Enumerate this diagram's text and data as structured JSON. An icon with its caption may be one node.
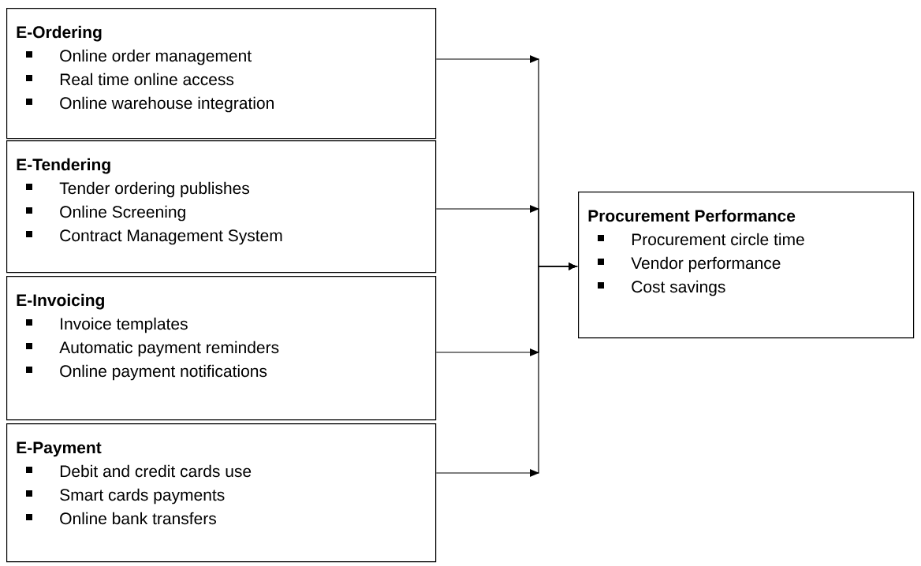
{
  "diagram": {
    "nodes": [
      {
        "text": [
          "E-Ordering",
          "Online order management",
          "Real time online access",
          "Online warehouse integration"
        ]
      },
      {
        "text": [
          "E-Tendering",
          "Tender ordering publishes",
          "Online Screening",
          "Contract Management System"
        ]
      },
      {
        "text": [
          "E-Invoicing",
          "Invoice templates",
          "Automatic payment reminders",
          "Online payment notifications"
        ]
      },
      {
        "text": [
          "E-Payment",
          "Debit and credit cards use",
          "Smart cards payments",
          "Online bank transfers"
        ]
      },
      {
        "text": [
          "Procurement Performance",
          "Procurement circle time",
          "Vendor performance",
          "Cost savings"
        ]
      }
    ],
    "edges": [
      {
        "from": 0,
        "to": 4,
        "arrow": "to"
      },
      {
        "from": 1,
        "to": 4,
        "arrow": "to"
      },
      {
        "from": 2,
        "to": 4,
        "arrow": "to"
      },
      {
        "from": 3,
        "to": 4,
        "arrow": "to"
      }
    ]
  }
}
